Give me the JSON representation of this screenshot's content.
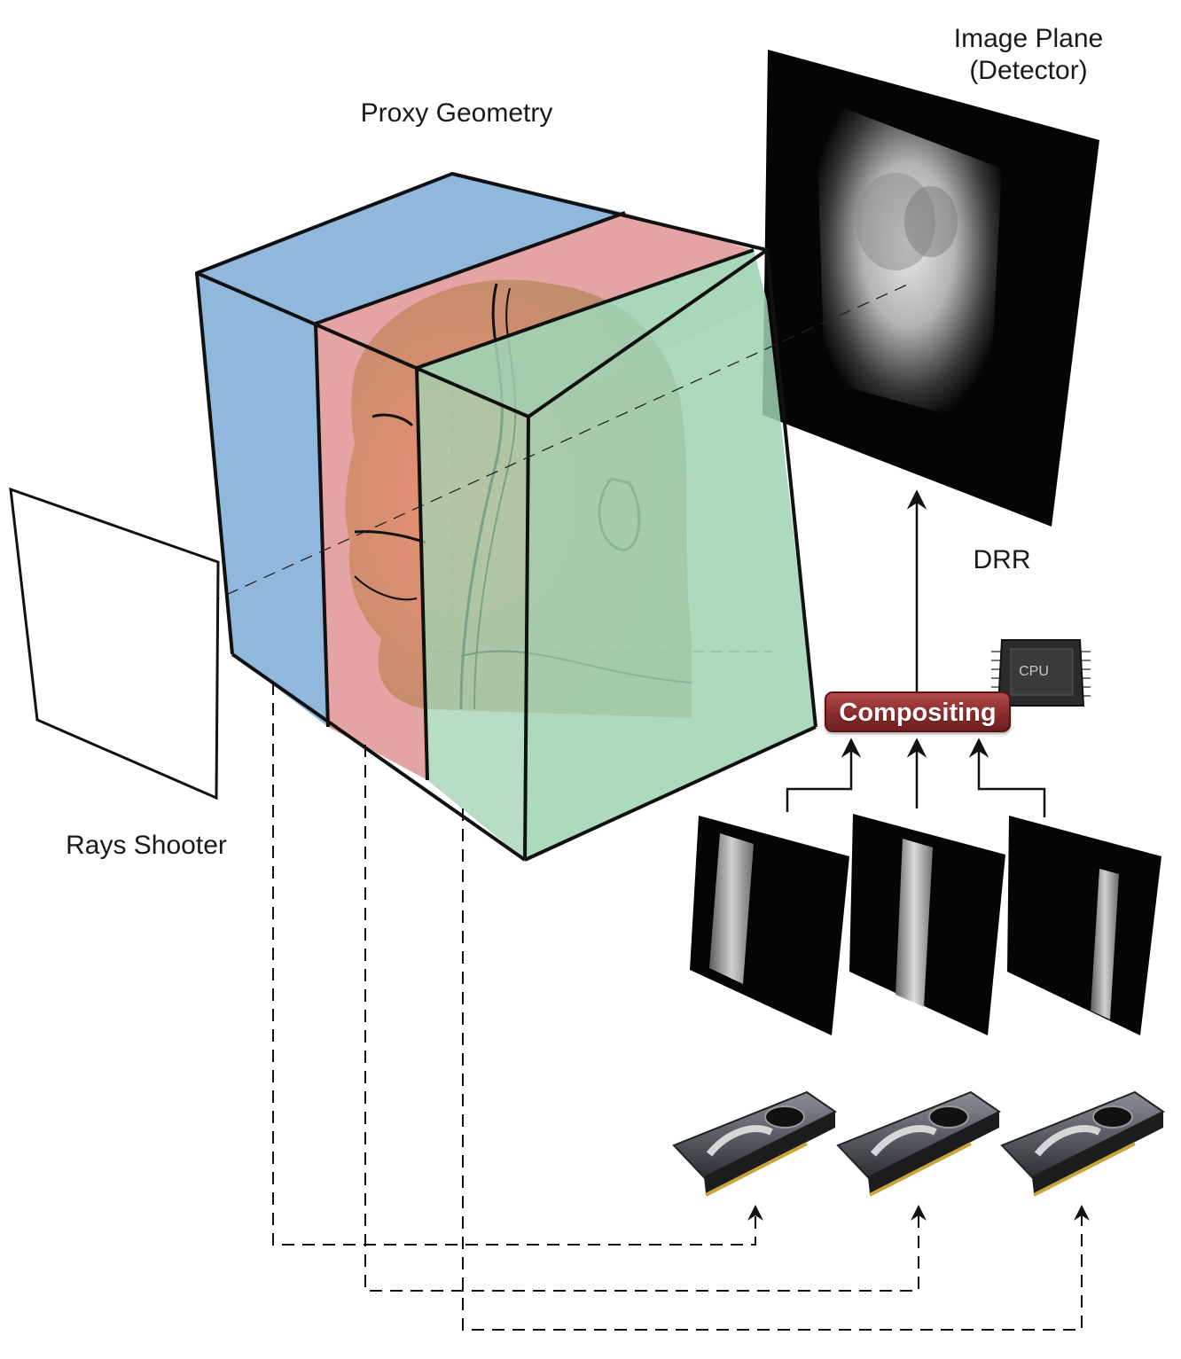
{
  "labels": {
    "image_plane": "Image Plane\n(Detector)",
    "proxy_geometry": "Proxy Geometry",
    "drr": "DRR",
    "rays_shooter": "Rays Shooter",
    "compositing": "Compositing",
    "cpu": "CPU"
  },
  "colors": {
    "blue_slab": "#8fb8dc",
    "red_slab": "#e5a4a4",
    "green_slab": "#9fd3b2",
    "detector": "#050505",
    "compositing_button": "#8c2c2c",
    "outline": "#111111"
  },
  "icons": {
    "gpu": "gpu-card-icon",
    "cpu": "cpu-chip-icon"
  }
}
